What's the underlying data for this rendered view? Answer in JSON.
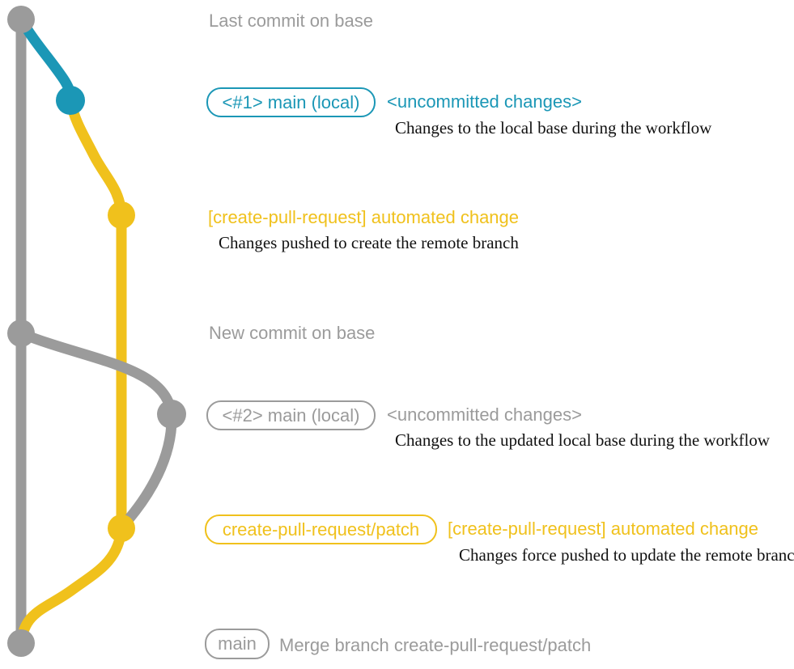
{
  "colors": {
    "gray": "#9b9b9b",
    "blue": "#1b97b6",
    "yellow": "#f0c11c",
    "ink": "#111111",
    "bg": "#ffffff"
  },
  "annotations": {
    "last_commit_on_base": "Last commit on base",
    "new_commit_on_base": "New commit on base"
  },
  "rows": {
    "row1": {
      "tag": "<#1> main (local)",
      "title": "<uncommitted changes>",
      "desc": "Changes to the local base during the workflow"
    },
    "row2": {
      "title": "[create-pull-request] automated change",
      "desc": "Changes pushed to create the remote branch"
    },
    "row3": {
      "tag": "<#2> main (local)",
      "title": "<uncommitted changes>",
      "desc": "Changes to the updated local base during the workflow"
    },
    "row4": {
      "tag": "create-pull-request/patch",
      "title": "[create-pull-request] automated change",
      "desc": "Changes force pushed to update the remote branch"
    },
    "row5": {
      "tag": "main",
      "title": "Merge branch create-pull-request/patch"
    }
  },
  "graph": {
    "branch_names": [
      "base",
      "main (local)",
      "create-pull-request/patch"
    ],
    "commit_nodes": [
      "last-commit-on-base",
      "local-main-commit-1",
      "automated-change-commit-1",
      "new-commit-on-base",
      "local-main-commit-2",
      "automated-change-commit-2",
      "merge-commit"
    ]
  }
}
